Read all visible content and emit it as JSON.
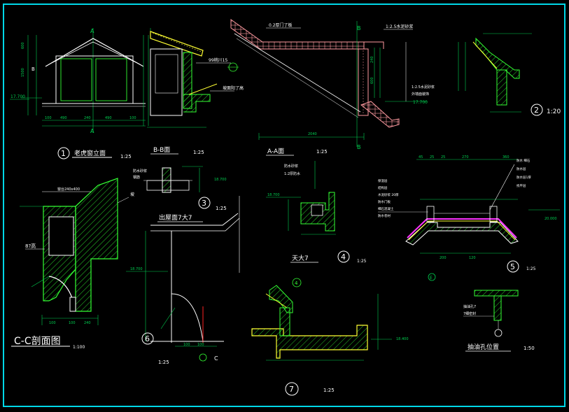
{
  "colors": {
    "frame": "#00d8e8",
    "wall": "#ffffff",
    "dim": "#00d050",
    "green": "#33ff33",
    "yellow": "#ffff33",
    "pink": "#ff9aa0",
    "magenta": "#ff33ff",
    "red": "#ff2222",
    "hatch": "#33ff33"
  },
  "labels": {
    "d1_number": "1",
    "d1_title": "老虎窗立面",
    "d1_scale": "1:25",
    "d1_axis_a_top": "A",
    "d1_axis_a_bottom": "A",
    "d1_axis_b": "B",
    "d1_level": "17.700",
    "bb_title": "B-B面",
    "bb_scale": "1:25",
    "bb_note_1": "99桃川15",
    "bb_note_2": "坡面阳了高",
    "aa_title": "A-A面",
    "aa_scale": "1:25",
    "aa_note_1": "0.2厚门了板",
    "aa_note_2": "1:2.5水泥砂浆",
    "aa_note_3": "1:2.5水泥砂浆",
    "aa_note_4": "外墙面装饰",
    "aa_level": "17.700",
    "aa_axis_b_top": "B",
    "aa_axis_b_bottom": "B",
    "d2_number": "2",
    "d2_scale": "1:20",
    "d3_number": "3",
    "d3_scale": "1:25",
    "d3_note_1": "防水砂浆",
    "d3_note_2": "钢筋",
    "d3_level": "18.700",
    "d4_title": "天大7",
    "d4_number": "4",
    "d4_scale": "1:25",
    "d4_level": "18.700",
    "d4_note_1": "防水砂浆",
    "d4_note_2": "1:2厚防水",
    "d5_number": "5",
    "d5_scale": "1:25",
    "d5_level": "20.000",
    "d5_note_1": "防水 细石",
    "d5_note_2": "防水层",
    "d5_note_3": "防水层1厚",
    "d5_note_4": "找平层",
    "d5_note_5": "保温层",
    "d5_note_6": "结构层",
    "d5_note_7": "水泥砂浆 20厚",
    "d5_note_8": "防水门板",
    "d5_note_9": "细石混凝土",
    "d5_note_10": "防水卷材",
    "d5_axis": "E",
    "cc_title": "C-C剖面图",
    "cc_scale": "1:100",
    "cc_note_1": "窗台240x400",
    "cc_note_2": "8?高",
    "cc_note_3": "坡",
    "d6_title": "出屋面7大7",
    "d6_scale": "1:25",
    "d6_number": "6",
    "d6_scale_below": "1:25",
    "d6_level": "18.700",
    "d6_axis": "C",
    "d7_number": "7",
    "d7_scale": "1:25",
    "d7_level": "18.400",
    "d7_callout": "4",
    "vent_title": "抽油孔位置",
    "vent_scale": "1:50",
    "vent_note_1": "抽油孔7",
    "vent_note_2": "7细密封"
  }
}
